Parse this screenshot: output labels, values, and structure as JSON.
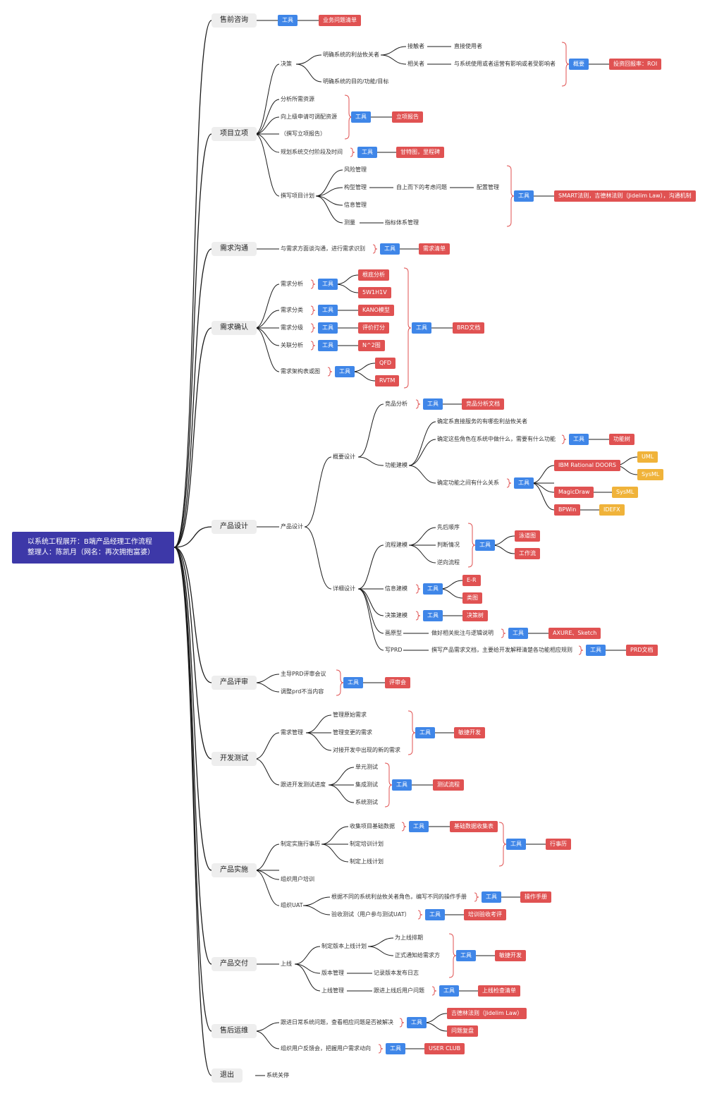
{
  "root": {
    "line1": "以系统工程展开：B端产品经理工作流程",
    "line2": "整理人：陈凯月（网名：再次拥抱富婆）"
  },
  "colors": {
    "tool": "#3f86e8",
    "output": "#e05252",
    "sub_output": "#f0b33a",
    "root": "#3d38a8",
    "brace": "#e05252"
  },
  "phases": [
    {
      "id": "p1",
      "label": "售前咨询"
    },
    {
      "id": "p2",
      "label": "项目立项"
    },
    {
      "id": "p3",
      "label": "需求沟通"
    },
    {
      "id": "p4",
      "label": "需求确认"
    },
    {
      "id": "p5",
      "label": "产品设计"
    },
    {
      "id": "p6",
      "label": "产品评审"
    },
    {
      "id": "p7",
      "label": "开发测试"
    },
    {
      "id": "p8",
      "label": "产品实施"
    },
    {
      "id": "p9",
      "label": "产品交付"
    },
    {
      "id": "p10",
      "label": "售后运维"
    },
    {
      "id": "p11",
      "label": "退出"
    }
  ],
  "tool_label": "工具",
  "summary_label": "概要",
  "nodes": {
    "decision": "决策",
    "stakeholders": "明确系统的利益攸关者",
    "contact": "接触者",
    "direct_user": "直接使用者",
    "related": "相关者",
    "affected": "与系统使用或者运营有影响或者受影响者",
    "purpose": "明确系统的目的/功能/目标",
    "analyze_res": "分析所需资源",
    "apply_res": "向上级申请可调配资源",
    "write_report": "（撰写立项报告）",
    "plan_stage": "规划系统交付阶段及时间",
    "write_plan": "撰写项目计划",
    "risk": "风险管理",
    "config_mgmt": "构型管理",
    "top_down": "自上而下的考虑问题",
    "config": "配置管理",
    "info_mgmt": "信息管理",
    "measure": "测量",
    "metric": "指标体系管理",
    "communicate": "与需求方面谈沟通，进行需求识别",
    "req_analysis": "需求分析",
    "req_class": "需求分类",
    "req_level": "需求分级",
    "link_analysis": "关联分析",
    "req_arch": "需求架构表或图",
    "prod_design": "产品设计",
    "outline": "概要设计",
    "competitor": "竞品分析",
    "func_model": "功能建模",
    "f1": "确定系直接服务的有哪些利益攸关者",
    "f2": "确定这些角色在系统中做什么，需要有什么功能",
    "f3": "确定功能之间有什么关系",
    "detail": "详细设计",
    "flow_model": "流程建模",
    "seq": "先后顺序",
    "judge": "判断情况",
    "reverse": "逆向流程",
    "info_model": "信息建模",
    "decision_model": "决策建模",
    "prototype": "画原型",
    "annot": "做好相关批注与逻辑说明",
    "write_prd": "写PRD",
    "prd_desc": "撰写产品需求文档，主要给开发解释清楚各功能相应规则",
    "lead_review": "主导PRD评审会议",
    "adjust_prd": "调整prd不当内容",
    "req_manage": "需求管理",
    "orig_req": "管理原始需求",
    "change_req": "管理变更的需求",
    "new_req": "对接开发中出现的新的需求",
    "follow_test": "跟进开发测试进度",
    "unit": "单元测试",
    "integ": "集成测试",
    "system_test": "系统测试",
    "impl_plan": "制定实施行事历",
    "collect": "收集项目基础数据",
    "train_plan": "制定培训计划",
    "launch_plan": "制定上线计划",
    "user_train": "组织用户培训",
    "uat": "组织UAT",
    "manual_desc": "根据不同的系统利益攸关者角色，编写不同的操作手册",
    "uat_test": "验收测试（用户参与测试UAT）",
    "go_live": "上线",
    "release_plan": "制定版本上线计划",
    "schedule": "为上线排期",
    "notify": "正式通知给需求方",
    "version": "版本管理",
    "release_log": "记录版本发布日志",
    "live_mgmt": "上线管理",
    "issue_follow": "跟进上线后用户问题",
    "daily": "跟进日常系统问题，查看相应问题是否被解决",
    "feedback": "组织用户反馈会，把握用户需求动向",
    "shutdown": "系统关停"
  },
  "outputs": {
    "biz_list": "业务问题清单",
    "roi": "投资回报率：ROI",
    "proposal": "立项报告",
    "gantt": "甘特图，里程碑",
    "smart": "SMART法则，吉德林法则（Jidelim Law），沟通机制",
    "req_list": "需求清单",
    "root_cause": "根底分析",
    "w5": "5W1H1V",
    "kano": "KANO模型",
    "score": "评价打分",
    "n2": "N^2图",
    "qfd": "QFD",
    "rvtm": "RVTM",
    "brd": "BRD文档",
    "comp_doc": "竞品分析文档",
    "func_tree": "功能树",
    "doors": "IBM Rational DOORS",
    "uml": "UML",
    "sysml1": "SysML",
    "magic": "MagicDraw",
    "sysml2": "SysML",
    "bpwin": "BPWin",
    "idef": "IDEFX",
    "swimlane": "泳道图",
    "workflow": "工作流",
    "er": "E-R",
    "class": "类图",
    "decision_tree": "决策树",
    "axure": "AXURE、Sketch",
    "prd_doc": "PRD文档",
    "review": "评审会",
    "agile1": "敏捷开发",
    "test_flow": "测试流程",
    "base_table": "基础数据收集表",
    "calendar": "行事历",
    "manual": "操作手册",
    "train_eval": "培训验收考评",
    "agile2": "敏捷开发",
    "checklist": "上线检查清单",
    "jidelim": "吉德林法则（Jidelim Law）",
    "review2": "问题复盘",
    "userclub": "USER CLUB"
  }
}
